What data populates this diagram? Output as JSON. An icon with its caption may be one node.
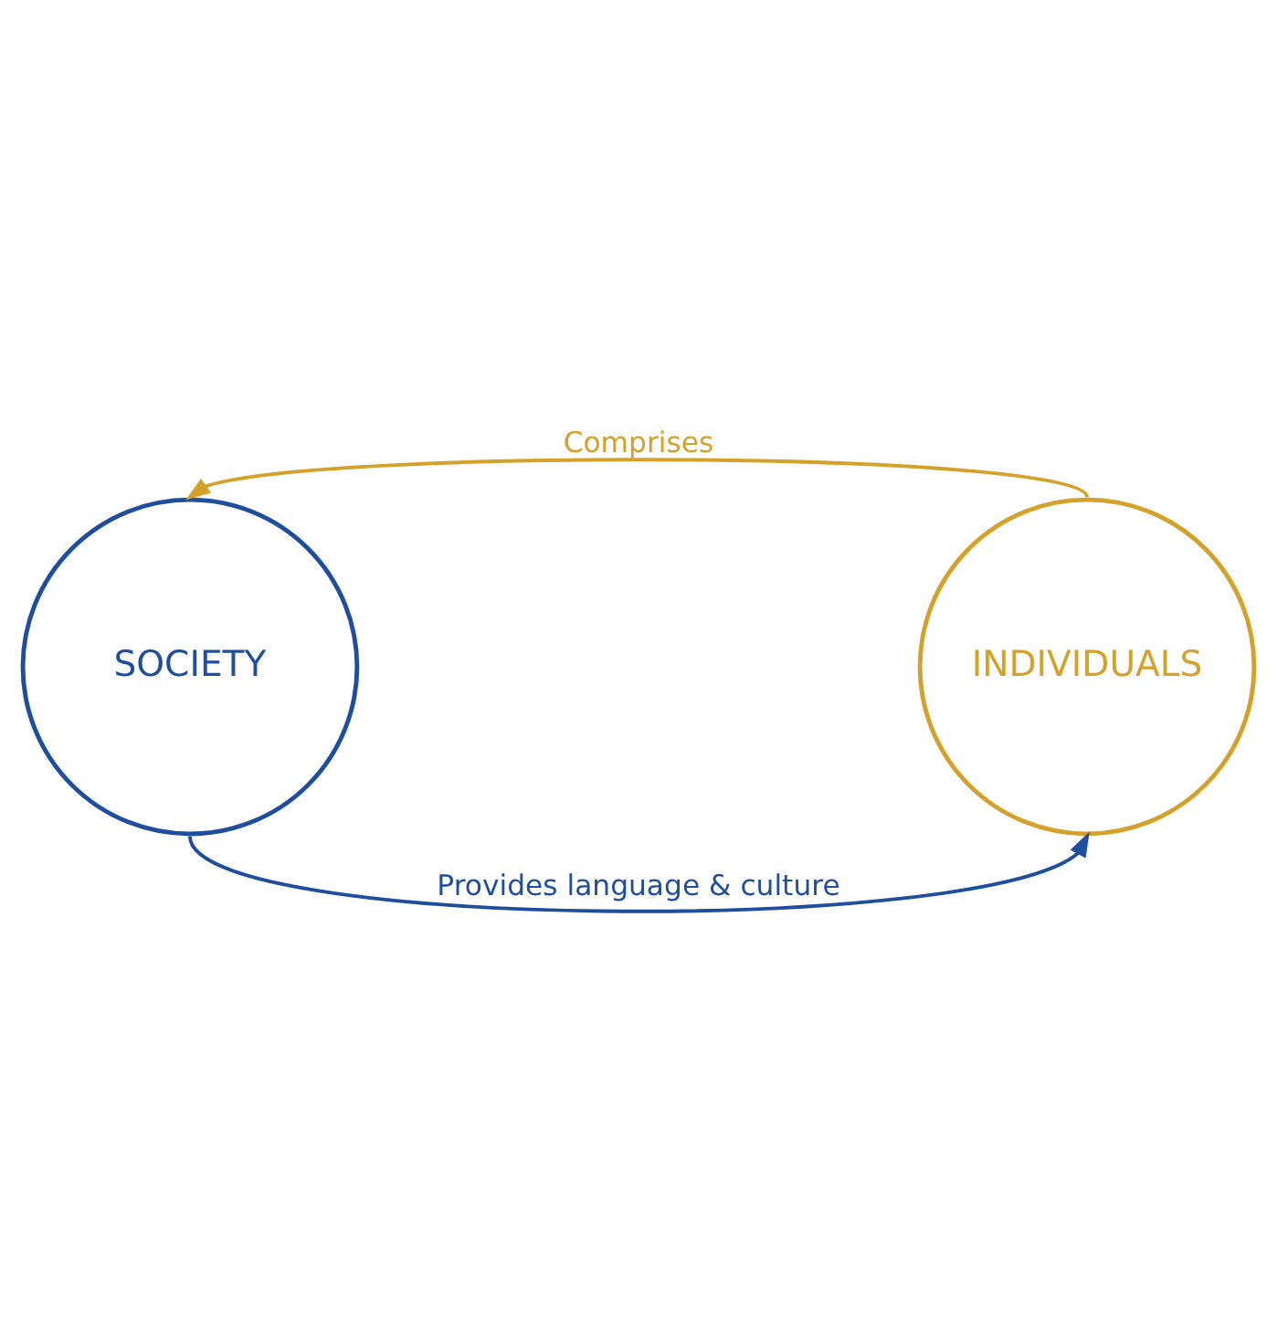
{
  "diagram": {
    "nodes": [
      {
        "text": [
          "SOCIETY"
        ]
      },
      {
        "text": [
          "INDIVIDUALS"
        ]
      }
    ],
    "edges": [
      {
        "from": 1,
        "to": 0,
        "arrow": "to",
        "label": "Comprises",
        "color": "#d4a12a"
      },
      {
        "from": 0,
        "to": 1,
        "arrow": "to",
        "label": "Provides language & culture",
        "color": "#1f4e9c"
      }
    ]
  }
}
